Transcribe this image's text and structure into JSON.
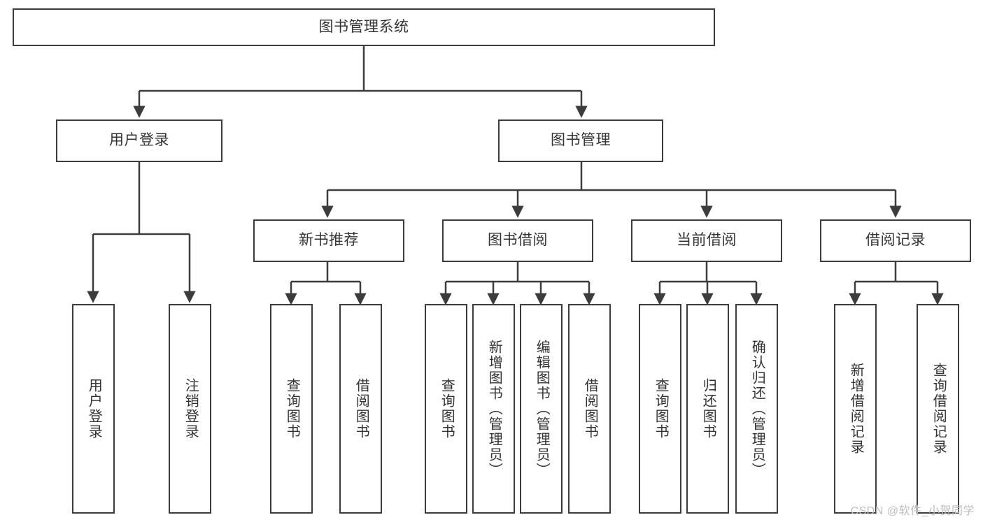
{
  "diagram": {
    "type": "tree-hierarchy",
    "title": "图书管理系统",
    "watermark": "CSDN @软件_小贺同学",
    "colors": {
      "stroke": "#3c3c3c",
      "fill": "#ffffff",
      "text": "#333333",
      "watermark": "#bdbdbd"
    },
    "levels": {
      "root": {
        "label": "图书管理系统"
      },
      "level2": [
        {
          "label": "用户登录"
        },
        {
          "label": "图书管理"
        }
      ],
      "level3": [
        {
          "label": "新书推荐"
        },
        {
          "label": "图书借阅"
        },
        {
          "label": "当前借阅"
        },
        {
          "label": "借阅记录"
        }
      ],
      "leaves": {
        "user_login": [
          {
            "label": "用户登录"
          },
          {
            "label": "注销登录"
          }
        ],
        "new_book": [
          {
            "label": "查询图书"
          },
          {
            "label": "借阅图书"
          }
        ],
        "book_borrow": [
          {
            "label": "查询图书"
          },
          {
            "label": "新增图书（管理员）"
          },
          {
            "label": "编辑图书（管理员）"
          },
          {
            "label": "借阅图书"
          }
        ],
        "current_borrow": [
          {
            "label": "查询图书"
          },
          {
            "label": "归还图书"
          },
          {
            "label": "确认归还（管理员）"
          }
        ],
        "borrow_record": [
          {
            "label": "新增借阅记录"
          },
          {
            "label": "查询借阅记录"
          }
        ]
      }
    }
  }
}
